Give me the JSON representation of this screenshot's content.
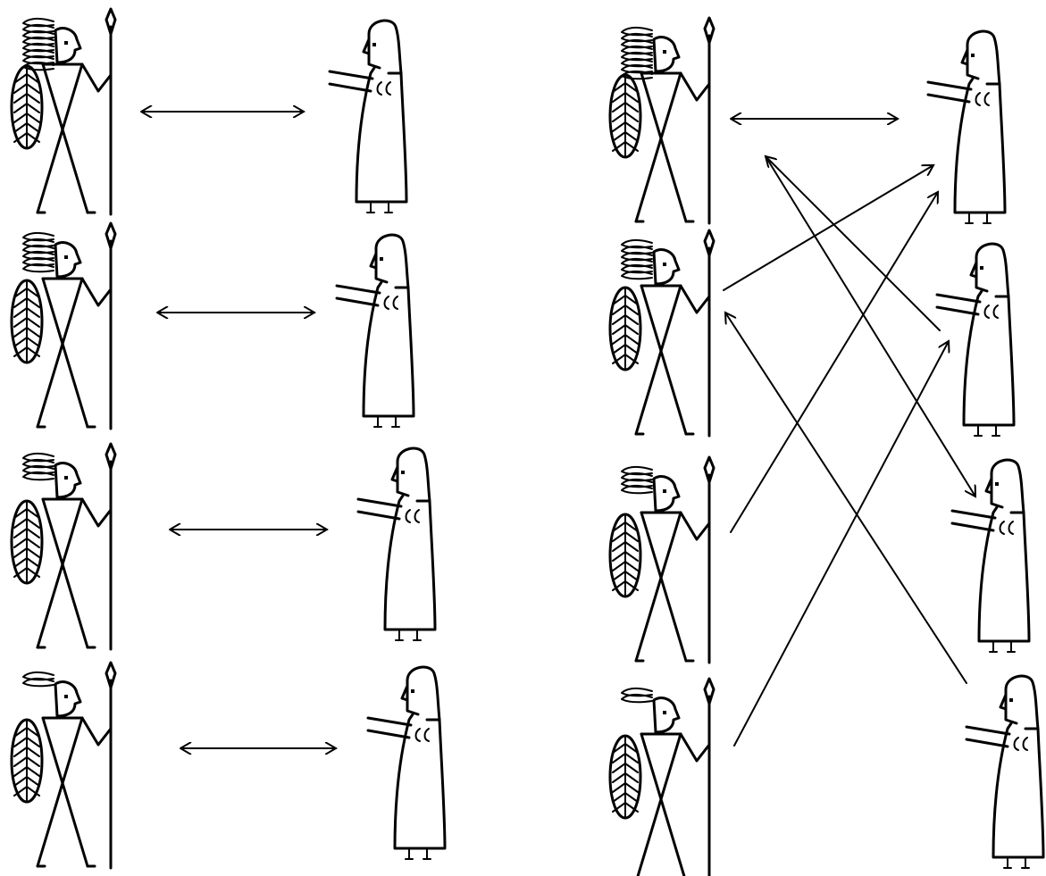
{
  "diagram": {
    "panels": [
      {
        "id": "left",
        "warriors": [
          {
            "feathers": 4
          },
          {
            "feathers": 3
          },
          {
            "feathers": 2
          },
          {
            "feathers": 1
          }
        ],
        "women": [
          {
            "wives_rank": 1
          },
          {
            "wives_rank": 2
          },
          {
            "wives_rank": 3
          },
          {
            "wives_rank": 4
          }
        ],
        "links": [
          {
            "from": "warrior-1",
            "to": "woman-1",
            "kind": "double"
          },
          {
            "from": "warrior-2",
            "to": "woman-2",
            "kind": "double"
          },
          {
            "from": "warrior-3",
            "to": "woman-3",
            "kind": "double"
          },
          {
            "from": "warrior-4",
            "to": "woman-4",
            "kind": "double"
          }
        ]
      },
      {
        "id": "right",
        "warriors": [
          {
            "feathers": 4
          },
          {
            "feathers": 3
          },
          {
            "feathers": 2
          },
          {
            "feathers": 1
          }
        ],
        "women": [
          {
            "wives_rank": 1
          },
          {
            "wives_rank": 2
          },
          {
            "wives_rank": 3
          },
          {
            "wives_rank": 4
          }
        ],
        "links": [
          {
            "from": "warrior-1",
            "to": "woman-1",
            "kind": "double"
          },
          {
            "from": "woman-2",
            "to": "warrior-1",
            "kind": "single"
          },
          {
            "from": "warrior-1",
            "to": "woman-3",
            "kind": "single"
          },
          {
            "from": "warrior-2",
            "to": "woman-1",
            "kind": "single"
          },
          {
            "from": "woman-4",
            "to": "warrior-2",
            "kind": "single"
          },
          {
            "from": "warrior-3",
            "to": "woman-1",
            "kind": "single"
          },
          {
            "from": "warrior-4",
            "to": "woman-2",
            "kind": "single"
          }
        ]
      }
    ]
  }
}
